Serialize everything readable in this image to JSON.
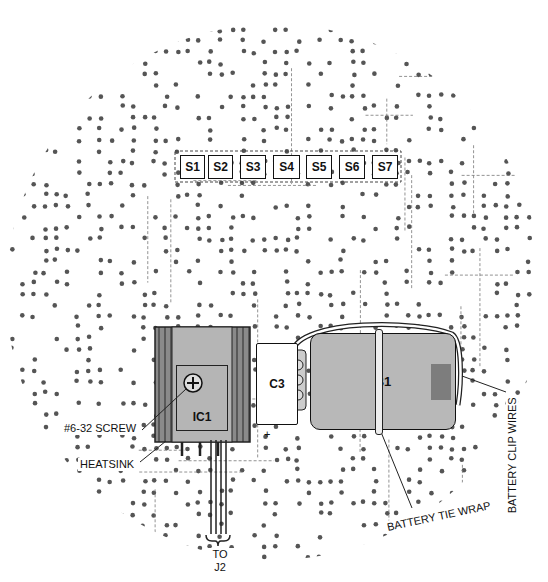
{
  "diagram": {
    "nodes": [
      {
        "text": [
          "S1"
        ]
      },
      {
        "text": [
          "S2"
        ]
      },
      {
        "text": [
          "S3"
        ]
      },
      {
        "text": [
          "S4"
        ]
      },
      {
        "text": [
          "S5"
        ]
      },
      {
        "text": [
          "S6"
        ]
      },
      {
        "text": [
          "S7"
        ]
      },
      {
        "text": [
          "IC1"
        ]
      },
      {
        "text": [
          "C3"
        ]
      },
      {
        "text": [
          "B1"
        ]
      }
    ],
    "labels": [
      "#6-32 SCREW",
      "HEATSINK",
      "TO J2",
      "BATTERY CLIP WIRES",
      "BATTERY TIE WRAP",
      "+"
    ]
  }
}
